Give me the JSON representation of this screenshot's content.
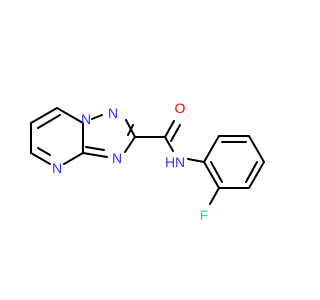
{
  "colors": {
    "bond": "#000000",
    "nitrogen": "#3333ff",
    "oxygen": "#ff0000",
    "fluorine": "#33cccc",
    "carbon": "#000000"
  },
  "atoms": {
    "n_bridge": "N",
    "n_pyrimidine": "N",
    "n_triazole_top": "N",
    "n_triazole_bottom": "N",
    "n_amide": "N",
    "h_amide": "H",
    "o_carbonyl": "O",
    "f_fluoro": "F"
  }
}
